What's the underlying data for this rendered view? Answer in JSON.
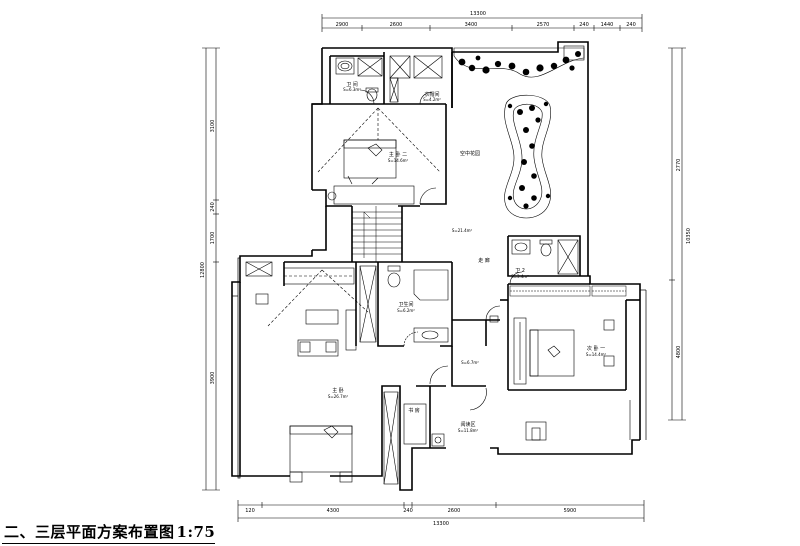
{
  "drawing": {
    "title": "二、三层平面方案布置图",
    "scale": "1:75"
  },
  "rooms": {
    "bath_upper": {
      "name": "卫 间",
      "area": "S=6.3m²"
    },
    "cloak_upper": {
      "name": "衣帽间",
      "area": "S=4.2m²"
    },
    "master_2": {
      "name": "主 卧 二",
      "area": "S=14.6m²"
    },
    "roof_garden": {
      "name": "空中花园"
    },
    "hall": {
      "name": "走 廊",
      "area": "S=21.4m²"
    },
    "bath_center": {
      "name": "卫生间",
      "area": "S=6.2m²"
    },
    "bath_right": {
      "name": "卫 2",
      "area": "S=3.4m²"
    },
    "master": {
      "name": "主 卧",
      "area": "S=26.7m²"
    },
    "stair_room": {
      "area": "S=6.7m²"
    },
    "second_bed": {
      "name": "次 卧 一",
      "area": "S=14.4m²"
    },
    "study": {
      "name": "书 房"
    },
    "reading": {
      "name": "阅读区",
      "area": "S=11.8m²"
    }
  },
  "dimensions": {
    "top_total": "13300",
    "top_segments": [
      "2900",
      "2600",
      "3400",
      "2570",
      "240",
      "1440",
      "240"
    ],
    "bottom_total": "13300",
    "bottom_segments": [
      "120",
      "4300",
      "240",
      "2600",
      "5900"
    ],
    "left_segments": [
      "3100",
      "240",
      "1700",
      "3900"
    ],
    "left_total": "12800",
    "right_segments": [
      "2770",
      "4800"
    ],
    "right_total": "10350"
  }
}
